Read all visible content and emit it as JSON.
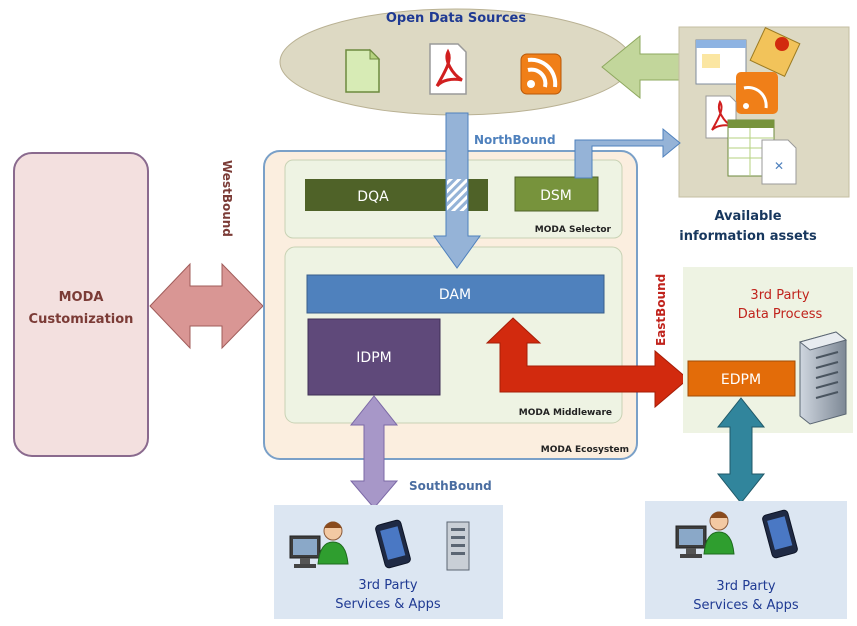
{
  "open_data": {
    "title": "Open Data Sources",
    "icons": [
      "document-icon",
      "pdf-icon",
      "rss-icon"
    ]
  },
  "assets": {
    "label_line1": "Available",
    "label_line2": "information assets"
  },
  "bounds": {
    "north": "NorthBound",
    "west": "WestBound",
    "east": "EastBound",
    "south": "SouthBound"
  },
  "customization": {
    "line1": "MODA",
    "line2": "Customization"
  },
  "ecosystem": {
    "label": "MODA Ecosystem",
    "selector": {
      "label": "MODA Selector",
      "dqa": "DQA",
      "dsm": "DSM"
    },
    "middleware": {
      "label": "MODA Middleware",
      "dam": "DAM",
      "idpm": "IDPM"
    }
  },
  "third_party_process": {
    "line1": "3rd Party",
    "line2": "Data Process",
    "edpm": "EDPM"
  },
  "services_left": {
    "line1": "3rd Party",
    "line2": "Services & Apps"
  },
  "services_right": {
    "line1": "3rd Party",
    "line2": "Services & Apps"
  },
  "colors": {
    "customization": "#f3e0df",
    "ecosystem": "#fbeedf",
    "inner_panel": "#eef3e3",
    "dqa": "#4f6228",
    "dsm": "#77933c",
    "dam": "#4f81bd",
    "idpm": "#5f497a",
    "edpm": "#e36c09",
    "north_arrow": "#95b3d7",
    "west_arrow": "#d99694",
    "east_arrow": "#d22a0e",
    "south_arrow": "#a797c8",
    "edpm_arrow": "#31859c",
    "services_panel": "#dce6f2",
    "open_data_ellipse": "#ddd9c3",
    "assets_panel": "#ddd9c3"
  }
}
